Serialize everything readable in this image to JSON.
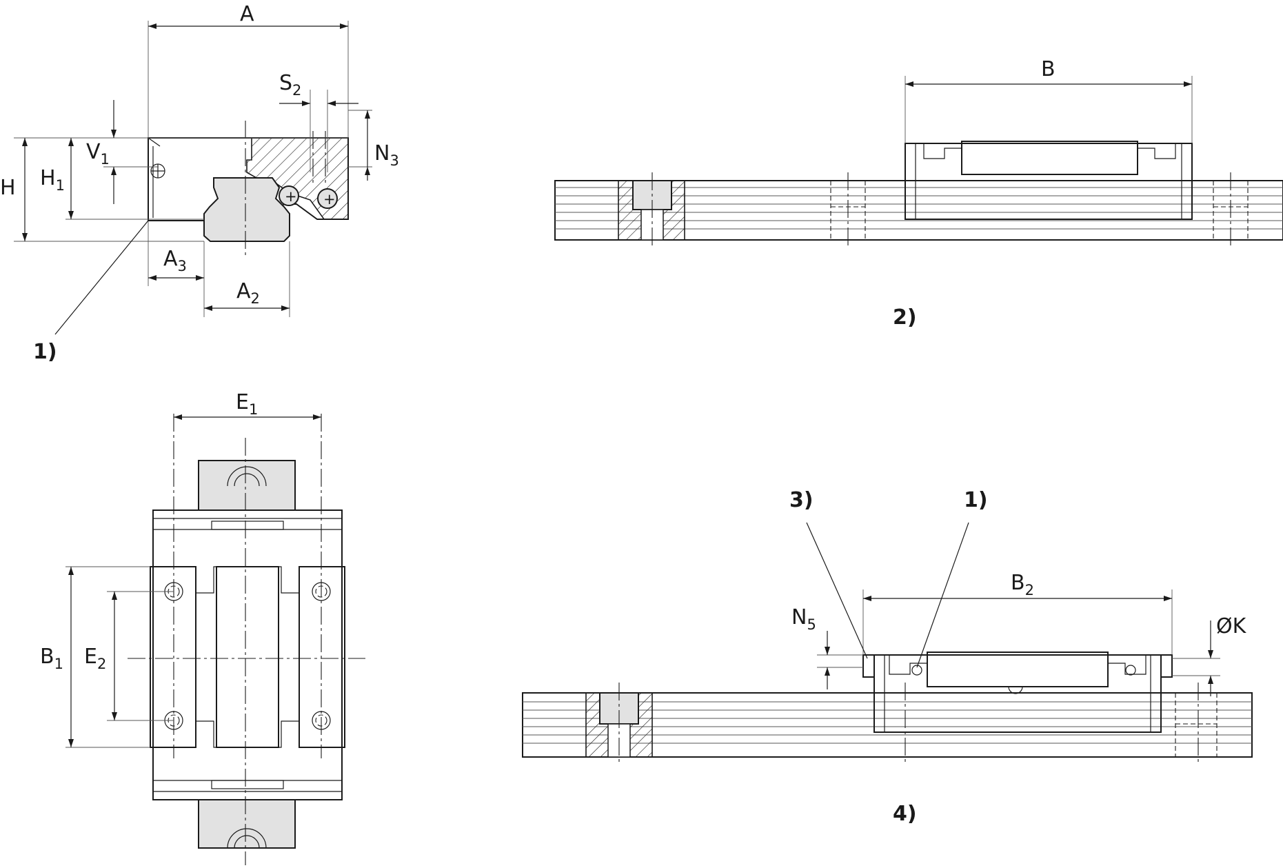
{
  "dimensions": {
    "A": "A",
    "S2": "S",
    "S2_sub": "2",
    "N3": "N",
    "N3_sub": "3",
    "V1": "V",
    "V1_sub": "1",
    "H": "H",
    "H1": "H",
    "H1_sub": "1",
    "A3": "A",
    "A3_sub": "3",
    "A2": "A",
    "A2_sub": "2",
    "B": "B",
    "E1": "E",
    "E1_sub": "1",
    "B1": "B",
    "B1_sub": "1",
    "E2": "E",
    "E2_sub": "2",
    "B2": "B",
    "B2_sub": "2",
    "N5": "N",
    "N5_sub": "5",
    "OK": "ØK"
  },
  "notes": {
    "note_1_front": "1)",
    "view_2": "2)",
    "note_3": "3)",
    "note_1_side": "1)",
    "view_4": "4)"
  }
}
